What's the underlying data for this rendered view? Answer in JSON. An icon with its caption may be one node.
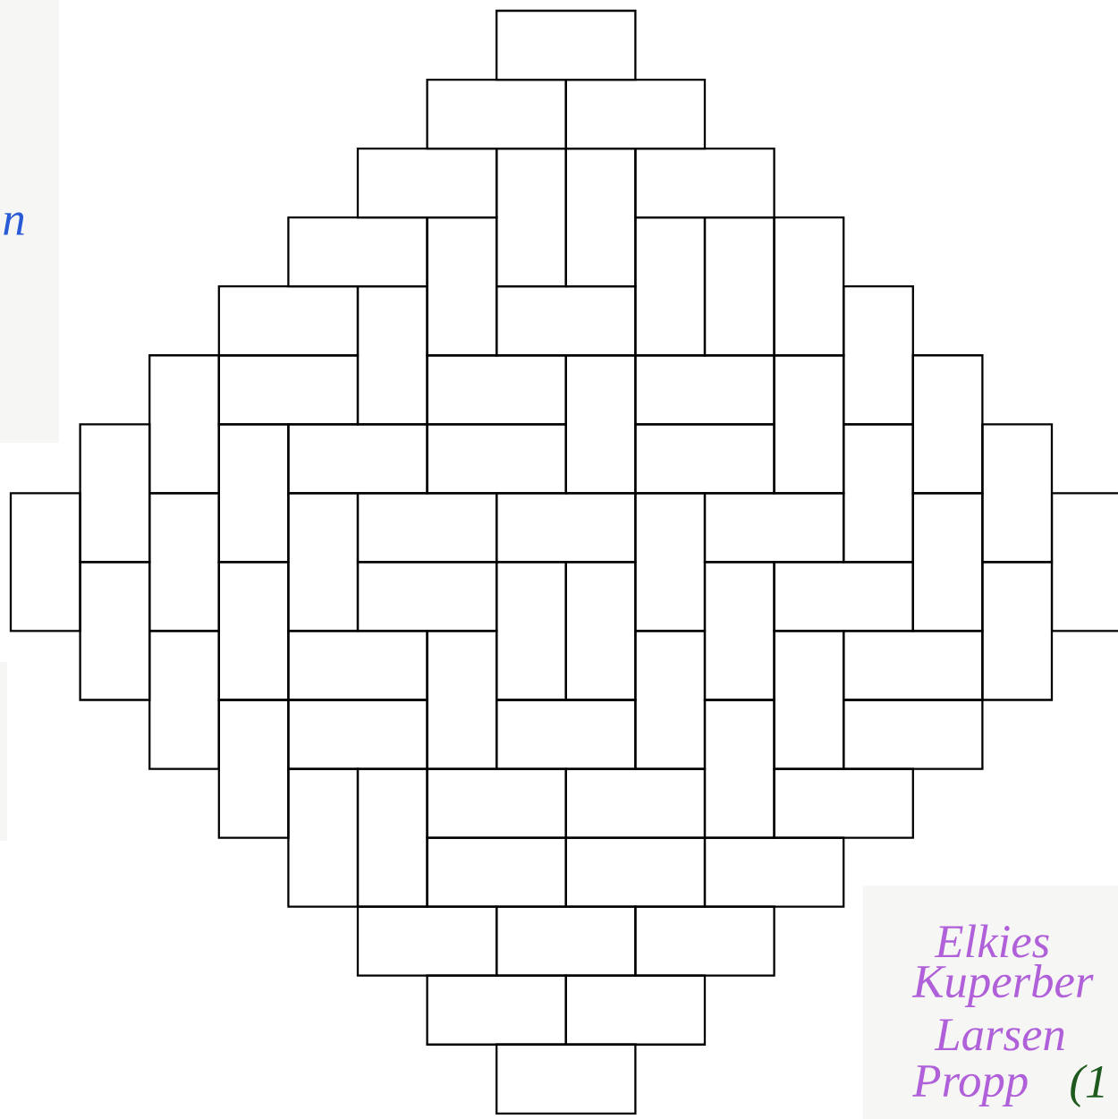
{
  "diagram": {
    "labels": [
      "n",
      "Elkies",
      "Kuperber",
      "Larsen",
      "Propp",
      "(1"
    ]
  }
}
